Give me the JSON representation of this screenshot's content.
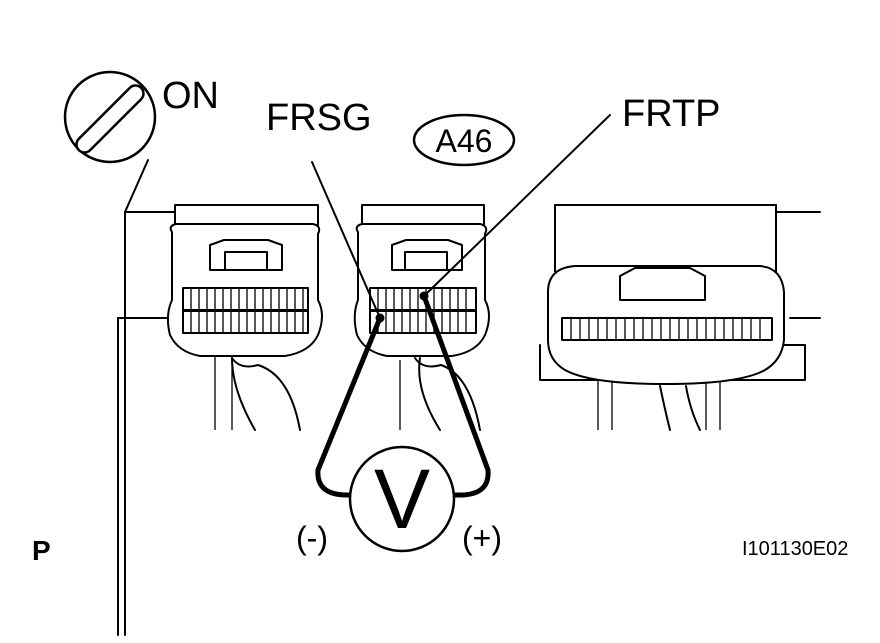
{
  "labels": {
    "ignition": "ON",
    "pin_left": "FRSG",
    "connector": "A46",
    "pin_right": "FRTP",
    "meter": "V",
    "probe_neg": "(-)",
    "probe_pos": "(+)",
    "corner": "P",
    "figure_id": "I101130E02"
  },
  "icons": {
    "ignition_switch": "ignition-key-icon",
    "voltmeter": "voltmeter-icon"
  }
}
